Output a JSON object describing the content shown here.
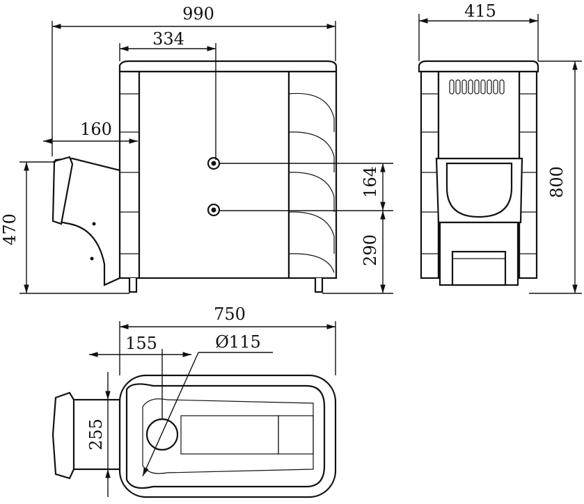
{
  "drawing": {
    "front_view": {
      "overall_width": "990",
      "chimney_offset": "334",
      "firebox_extension": "160",
      "firebox_height": "470",
      "pipe_spacing": "164",
      "lower_pipe_height": "290"
    },
    "side_view": {
      "depth": "415",
      "height": "800"
    },
    "top_view": {
      "body_length": "750",
      "chimney_offset": "155",
      "chimney_diameter": "Ø115",
      "firebox_width": "255"
    }
  },
  "colors": {
    "line": "#111111",
    "background": "#ffffff"
  }
}
